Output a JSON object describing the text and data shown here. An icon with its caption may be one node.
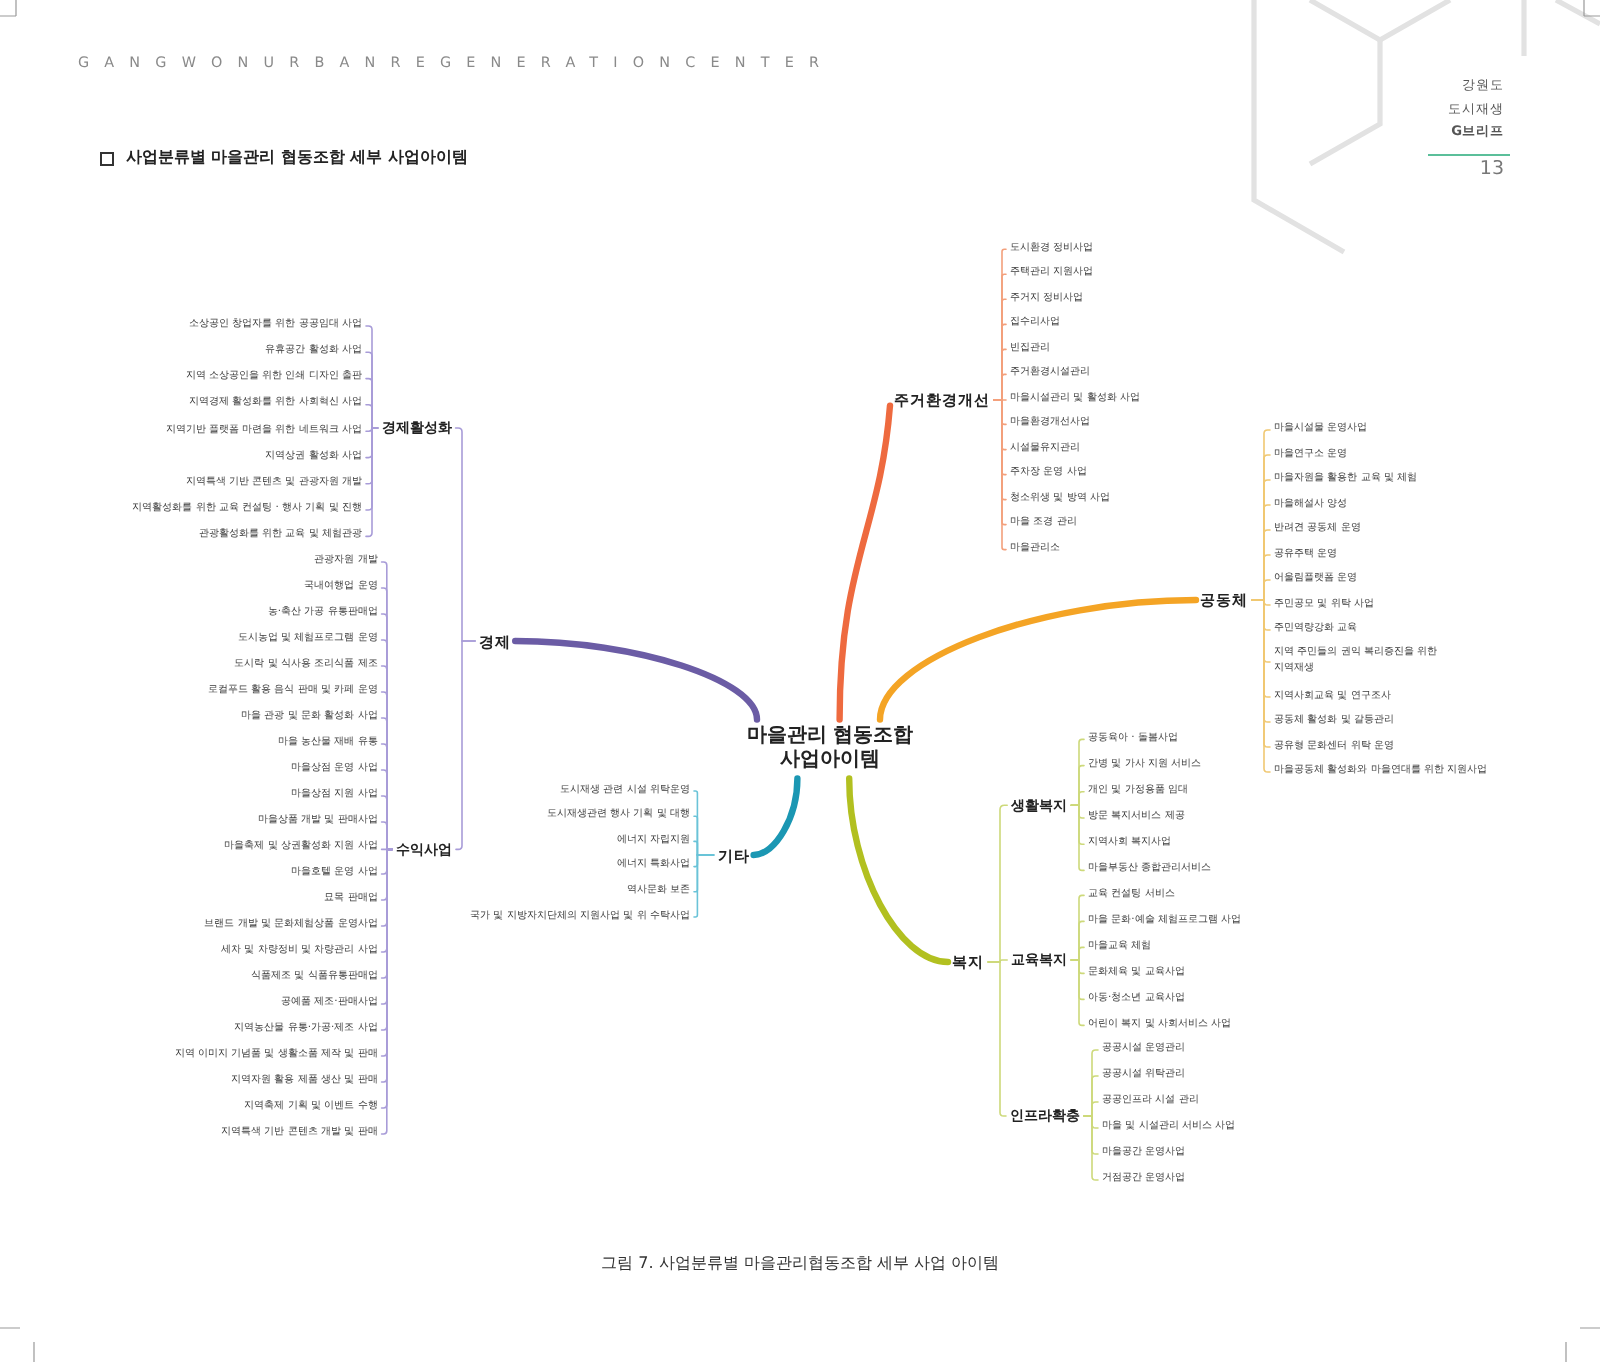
{
  "diagram": {
    "title": "사업분류별 마을관리 협동조합 세부 사업아이템",
    "caption": "그림 7. 사업분류별 마을관리협동조합 세부 사업 아이템",
    "nodes": [
      {
        "text": [
          "마을관리 협동조합 사업아이템"
        ]
      },
      {
        "text": [
          "경제"
        ]
      },
      {
        "text": [
          "경제활성화"
        ]
      },
      {
        "text": [
          "소상공인 창업자를 위한 공공임대 사업"
        ]
      },
      {
        "text": [
          "유휴공간 활성화 사업"
        ]
      },
      {
        "text": [
          "지역 소상공인을 위한 인쇄 디자인 출판"
        ]
      },
      {
        "text": [
          "지역경제 활성화를 위한 사회혁신 사업"
        ]
      },
      {
        "text": [
          "지역기반 플랫폼 마련을 위한 네트워크 사업"
        ]
      },
      {
        "text": [
          "지역상권 활성화 사업"
        ]
      },
      {
        "text": [
          "지역특색 기반 콘텐츠 및 관광자원 개발"
        ]
      },
      {
        "text": [
          "지역활성화를 위한 교육 컨설팅 · 행사 기획 및 진행"
        ]
      },
      {
        "text": [
          "관광활성화를 위한 교육 및 체험관광"
        ]
      },
      {
        "text": [
          "수익사업"
        ]
      },
      {
        "text": [
          "관광자원 개발"
        ]
      },
      {
        "text": [
          "국내여행업 운영"
        ]
      },
      {
        "text": [
          "농·축산 가공 유통판매업"
        ]
      },
      {
        "text": [
          "도시농업 및 체험프로그램 운영"
        ]
      },
      {
        "text": [
          "도시락 및 식사용 조리식품 제조"
        ]
      },
      {
        "text": [
          "로컬푸드 활용 음식 판매 및 카페 운영"
        ]
      },
      {
        "text": [
          "마을 관광 및 문화 활성화 사업"
        ]
      },
      {
        "text": [
          "마을 농산물 재배 유통"
        ]
      },
      {
        "text": [
          "마을상점 운영 사업"
        ]
      },
      {
        "text": [
          "마을상점 지원 사업"
        ]
      },
      {
        "text": [
          "마을상품 개발 및 판매사업"
        ]
      },
      {
        "text": [
          "마을축제 및 상권활성화 지원 사업"
        ]
      },
      {
        "text": [
          "마을호텔 운영 사업"
        ]
      },
      {
        "text": [
          "묘목 판매업"
        ]
      },
      {
        "text": [
          "브랜드 개발 및 문화체험상품 운영사업"
        ]
      },
      {
        "text": [
          "세차 및 차량정비 및 차량관리 사업"
        ]
      },
      {
        "text": [
          "식품제조 및 식품유통판매업"
        ]
      },
      {
        "text": [
          "공예품 제조·판매사업"
        ]
      },
      {
        "text": [
          "지역농산물 유통·가공·제조 사업"
        ]
      },
      {
        "text": [
          "지역 이미지 기념품 및 생활소품 제작 및 판매"
        ]
      },
      {
        "text": [
          "지역자원 활용 제품 생산 및 판매"
        ]
      },
      {
        "text": [
          "지역축제 기획 및 이벤트 수행"
        ]
      },
      {
        "text": [
          "지역특색 기반 콘텐츠 개발 및 판매"
        ]
      },
      {
        "text": [
          "주거환경개선"
        ]
      },
      {
        "text": [
          "도시환경 정비사업"
        ]
      },
      {
        "text": [
          "주택관리 지원사업"
        ]
      },
      {
        "text": [
          "주거지 정비사업"
        ]
      },
      {
        "text": [
          "집수리사업"
        ]
      },
      {
        "text": [
          "빈집관리"
        ]
      },
      {
        "text": [
          "주거환경시설관리"
        ]
      },
      {
        "text": [
          "마을시설관리 및 활성화 사업"
        ]
      },
      {
        "text": [
          "마을환경개선사업"
        ]
      },
      {
        "text": [
          "시설물유지관리"
        ]
      },
      {
        "text": [
          "주차장 운영 사업"
        ]
      },
      {
        "text": [
          "청소위생 및 방역 사업"
        ]
      },
      {
        "text": [
          "마을 조경 관리"
        ]
      },
      {
        "text": [
          "마을관리소"
        ]
      },
      {
        "text": [
          "공동체"
        ]
      },
      {
        "text": [
          "마을시설물 운영사업"
        ]
      },
      {
        "text": [
          "마을연구소 운영"
        ]
      },
      {
        "text": [
          "마을자원을 활용한 교육 및 체험"
        ]
      },
      {
        "text": [
          "마을해설사 양성"
        ]
      },
      {
        "text": [
          "반려견 공동체 운영"
        ]
      },
      {
        "text": [
          "공유주택 운영"
        ]
      },
      {
        "text": [
          "어울림플랫폼 운영"
        ]
      },
      {
        "text": [
          "주민공모 및 위탁 사업"
        ]
      },
      {
        "text": [
          "주민역량강화 교육"
        ]
      },
      {
        "text": [
          "지역 주민들의 권익 복리증진을 위한 지역재생"
        ]
      },
      {
        "text": [
          "지역사회교육 및 연구조사"
        ]
      },
      {
        "text": [
          "공동체 활성화 및 갈등관리"
        ]
      },
      {
        "text": [
          "공유형 문화센터 위탁 운영"
        ]
      },
      {
        "text": [
          "마을공동체 활성화와 마을연대를 위한 지원사업"
        ]
      },
      {
        "text": [
          "복지"
        ]
      },
      {
        "text": [
          "생활복지"
        ]
      },
      {
        "text": [
          "공동육아 · 돌봄사업"
        ]
      },
      {
        "text": [
          "간병 및 가사 지원 서비스"
        ]
      },
      {
        "text": [
          "개인 및 가정용품 임대"
        ]
      },
      {
        "text": [
          "방문 복지서비스 제공"
        ]
      },
      {
        "text": [
          "지역사회 복지사업"
        ]
      },
      {
        "text": [
          "마을부동산 종합관리서비스"
        ]
      },
      {
        "text": [
          "교육복지"
        ]
      },
      {
        "text": [
          "교육 컨설팅 서비스"
        ]
      },
      {
        "text": [
          "마을 문화·예술 체험프로그램 사업"
        ]
      },
      {
        "text": [
          "마을교육 체험"
        ]
      },
      {
        "text": [
          "문화체육 및 교육사업"
        ]
      },
      {
        "text": [
          "아동·청소년 교육사업"
        ]
      },
      {
        "text": [
          "어린이 복지 및 사회서비스 사업"
        ]
      },
      {
        "text": [
          "인프라확충"
        ]
      },
      {
        "text": [
          "공공시설 운영관리"
        ]
      },
      {
        "text": [
          "공공시설 위탁관리"
        ]
      },
      {
        "text": [
          "공공인프라 시설 관리"
        ]
      },
      {
        "text": [
          "마을 및 시설관리 서비스 사업"
        ]
      },
      {
        "text": [
          "마을공간 운영사업"
        ]
      },
      {
        "text": [
          "거점공간 운영사업"
        ]
      },
      {
        "text": [
          "기타"
        ]
      },
      {
        "text": [
          "도시재생 관련 시설 위탁운영"
        ]
      },
      {
        "text": [
          "도시재생관련 행사 기획 및 대행"
        ]
      },
      {
        "text": [
          "에너지 자립지원"
        ]
      },
      {
        "text": [
          "에너지 특화사업"
        ]
      },
      {
        "text": [
          "역사문화 보존"
        ]
      },
      {
        "text": [
          "국가 및 지방자치단체의 지원사업 및 위 수탁사업"
        ]
      }
    ],
    "edges": [
      {
        "from": 0,
        "to": 1,
        "arrow": "none",
        "style": "thick",
        "color": "#6b5ca5"
      },
      {
        "from": 1,
        "to": 2,
        "arrow": "none",
        "color": "#a89cd8"
      },
      {
        "from": 1,
        "to": 12,
        "arrow": "none",
        "color": "#a89cd8"
      },
      {
        "from": 2,
        "to": 3,
        "arrow": "none",
        "color": "#a89cd8"
      },
      {
        "from": 2,
        "to": 4,
        "arrow": "none",
        "color": "#a89cd8"
      },
      {
        "from": 2,
        "to": 5,
        "arrow": "none",
        "color": "#a89cd8"
      },
      {
        "from": 2,
        "to": 6,
        "arrow": "none",
        "color": "#a89cd8"
      },
      {
        "from": 2,
        "to": 7,
        "arrow": "none",
        "color": "#a89cd8"
      },
      {
        "from": 2,
        "to": 8,
        "arrow": "none",
        "color": "#a89cd8"
      },
      {
        "from": 2,
        "to": 9,
        "arrow": "none",
        "color": "#a89cd8"
      },
      {
        "from": 2,
        "to": 10,
        "arrow": "none",
        "color": "#a89cd8"
      },
      {
        "from": 2,
        "to": 11,
        "arrow": "none",
        "color": "#a89cd8"
      },
      {
        "from": 12,
        "to": 13,
        "arrow": "none",
        "color": "#a89cd8"
      },
      {
        "from": 12,
        "to": 14,
        "arrow": "none",
        "color": "#a89cd8"
      },
      {
        "from": 12,
        "to": 15,
        "arrow": "none",
        "color": "#a89cd8"
      },
      {
        "from": 12,
        "to": 16,
        "arrow": "none",
        "color": "#a89cd8"
      },
      {
        "from": 12,
        "to": 17,
        "arrow": "none",
        "color": "#a89cd8"
      },
      {
        "from": 12,
        "to": 18,
        "arrow": "none",
        "color": "#a89cd8"
      },
      {
        "from": 12,
        "to": 19,
        "arrow": "none",
        "color": "#a89cd8"
      },
      {
        "from": 12,
        "to": 20,
        "arrow": "none",
        "color": "#a89cd8"
      },
      {
        "from": 12,
        "to": 21,
        "arrow": "none",
        "color": "#a89cd8"
      },
      {
        "from": 12,
        "to": 22,
        "arrow": "none",
        "color": "#a89cd8"
      },
      {
        "from": 12,
        "to": 23,
        "arrow": "none",
        "color": "#a89cd8"
      },
      {
        "from": 12,
        "to": 24,
        "arrow": "none",
        "color": "#a89cd8"
      },
      {
        "from": 12,
        "to": 25,
        "arrow": "none",
        "color": "#a89cd8"
      },
      {
        "from": 12,
        "to": 26,
        "arrow": "none",
        "color": "#a89cd8"
      },
      {
        "from": 12,
        "to": 27,
        "arrow": "none",
        "color": "#a89cd8"
      },
      {
        "from": 12,
        "to": 28,
        "arrow": "none",
        "color": "#a89cd8"
      },
      {
        "from": 12,
        "to": 29,
        "arrow": "none",
        "color": "#a89cd8"
      },
      {
        "from": 12,
        "to": 30,
        "arrow": "none",
        "color": "#a89cd8"
      },
      {
        "from": 12,
        "to": 31,
        "arrow": "none",
        "color": "#a89cd8"
      },
      {
        "from": 12,
        "to": 32,
        "arrow": "none",
        "color": "#a89cd8"
      },
      {
        "from": 12,
        "to": 33,
        "arrow": "none",
        "color": "#a89cd8"
      },
      {
        "from": 12,
        "to": 34,
        "arrow": "none",
        "color": "#a89cd8"
      },
      {
        "from": 12,
        "to": 35,
        "arrow": "none",
        "color": "#a89cd8"
      },
      {
        "from": 0,
        "to": 36,
        "arrow": "none",
        "style": "thick",
        "color": "#ee6a3f"
      },
      {
        "from": 36,
        "to": 37,
        "arrow": "none",
        "color": "#f3a07c"
      },
      {
        "from": 36,
        "to": 38,
        "arrow": "none",
        "color": "#f3a07c"
      },
      {
        "from": 36,
        "to": 39,
        "arrow": "none",
        "color": "#f3a07c"
      },
      {
        "from": 36,
        "to": 40,
        "arrow": "none",
        "color": "#f3a07c"
      },
      {
        "from": 36,
        "to": 41,
        "arrow": "none",
        "color": "#f3a07c"
      },
      {
        "from": 36,
        "to": 42,
        "arrow": "none",
        "color": "#f3a07c"
      },
      {
        "from": 36,
        "to": 43,
        "arrow": "none",
        "color": "#f3a07c"
      },
      {
        "from": 36,
        "to": 44,
        "arrow": "none",
        "color": "#f3a07c"
      },
      {
        "from": 36,
        "to": 45,
        "arrow": "none",
        "color": "#f3a07c"
      },
      {
        "from": 36,
        "to": 46,
        "arrow": "none",
        "color": "#f3a07c"
      },
      {
        "from": 36,
        "to": 47,
        "arrow": "none",
        "color": "#f3a07c"
      },
      {
        "from": 36,
        "to": 48,
        "arrow": "none",
        "color": "#f3a07c"
      },
      {
        "from": 36,
        "to": 49,
        "arrow": "none",
        "color": "#f3a07c"
      },
      {
        "from": 0,
        "to": 50,
        "arrow": "none",
        "style": "thick",
        "color": "#f4a425"
      },
      {
        "from": 50,
        "to": 51,
        "arrow": "none",
        "color": "#f0c872"
      },
      {
        "from": 50,
        "to": 52,
        "arrow": "none",
        "color": "#f0c872"
      },
      {
        "from": 50,
        "to": 53,
        "arrow": "none",
        "color": "#f0c872"
      },
      {
        "from": 50,
        "to": 54,
        "arrow": "none",
        "color": "#f0c872"
      },
      {
        "from": 50,
        "to": 55,
        "arrow": "none",
        "color": "#f0c872"
      },
      {
        "from": 50,
        "to": 56,
        "arrow": "none",
        "color": "#f0c872"
      },
      {
        "from": 50,
        "to": 57,
        "arrow": "none",
        "color": "#f0c872"
      },
      {
        "from": 50,
        "to": 58,
        "arrow": "none",
        "color": "#f0c872"
      },
      {
        "from": 50,
        "to": 59,
        "arrow": "none",
        "color": "#f0c872"
      },
      {
        "from": 50,
        "to": 60,
        "arrow": "none",
        "color": "#f0c872"
      },
      {
        "from": 50,
        "to": 61,
        "arrow": "none",
        "color": "#f0c872"
      },
      {
        "from": 50,
        "to": 62,
        "arrow": "none",
        "color": "#f0c872"
      },
      {
        "from": 50,
        "to": 63,
        "arrow": "none",
        "color": "#f0c872"
      },
      {
        "from": 50,
        "to": 64,
        "arrow": "none",
        "color": "#f0c872"
      },
      {
        "from": 0,
        "to": 65,
        "arrow": "none",
        "style": "thick",
        "color": "#b2c020"
      },
      {
        "from": 65,
        "to": 66,
        "arrow": "none",
        "color": "#cdd97a"
      },
      {
        "from": 65,
        "to": 73,
        "arrow": "none",
        "color": "#cdd97a"
      },
      {
        "from": 65,
        "to": 80,
        "arrow": "none",
        "color": "#cdd97a"
      },
      {
        "from": 66,
        "to": 67,
        "arrow": "none",
        "color": "#cdd97a"
      },
      {
        "from": 66,
        "to": 68,
        "arrow": "none",
        "color": "#cdd97a"
      },
      {
        "from": 66,
        "to": 69,
        "arrow": "none",
        "color": "#cdd97a"
      },
      {
        "from": 66,
        "to": 70,
        "arrow": "none",
        "color": "#cdd97a"
      },
      {
        "from": 66,
        "to": 71,
        "arrow": "none",
        "color": "#cdd97a"
      },
      {
        "from": 66,
        "to": 72,
        "arrow": "none",
        "color": "#cdd97a"
      },
      {
        "from": 73,
        "to": 74,
        "arrow": "none",
        "color": "#cdd97a"
      },
      {
        "from": 73,
        "to": 75,
        "arrow": "none",
        "color": "#cdd97a"
      },
      {
        "from": 73,
        "to": 76,
        "arrow": "none",
        "color": "#cdd97a"
      },
      {
        "from": 73,
        "to": 77,
        "arrow": "none",
        "color": "#cdd97a"
      },
      {
        "from": 73,
        "to": 78,
        "arrow": "none",
        "color": "#cdd97a"
      },
      {
        "from": 73,
        "to": 79,
        "arrow": "none",
        "color": "#cdd97a"
      },
      {
        "from": 80,
        "to": 81,
        "arrow": "none",
        "color": "#cdd97a"
      },
      {
        "from": 80,
        "to": 82,
        "arrow": "none",
        "color": "#cdd97a"
      },
      {
        "from": 80,
        "to": 83,
        "arrow": "none",
        "color": "#cdd97a"
      },
      {
        "from": 80,
        "to": 84,
        "arrow": "none",
        "color": "#cdd97a"
      },
      {
        "from": 80,
        "to": 85,
        "arrow": "none",
        "color": "#cdd97a"
      },
      {
        "from": 80,
        "to": 86,
        "arrow": "none",
        "color": "#cdd97a"
      },
      {
        "from": 0,
        "to": 87,
        "arrow": "none",
        "style": "thick",
        "color": "#1b97b3"
      },
      {
        "from": 87,
        "to": 88,
        "arrow": "none",
        "color": "#6ac3d8"
      },
      {
        "from": 87,
        "to": 89,
        "arrow": "none",
        "color": "#6ac3d8"
      },
      {
        "from": 87,
        "to": 90,
        "arrow": "none",
        "color": "#6ac3d8"
      },
      {
        "from": 87,
        "to": 91,
        "arrow": "none",
        "color": "#6ac3d8"
      },
      {
        "from": 87,
        "to": 92,
        "arrow": "none",
        "color": "#6ac3d8"
      },
      {
        "from": 87,
        "to": 93,
        "arrow": "none",
        "color": "#6ac3d8"
      }
    ],
    "labels": [
      "GANGWONURBANREGENERATIONCENTER",
      "강원도 도시재생 **G브리프**",
      "13"
    ]
  }
}
